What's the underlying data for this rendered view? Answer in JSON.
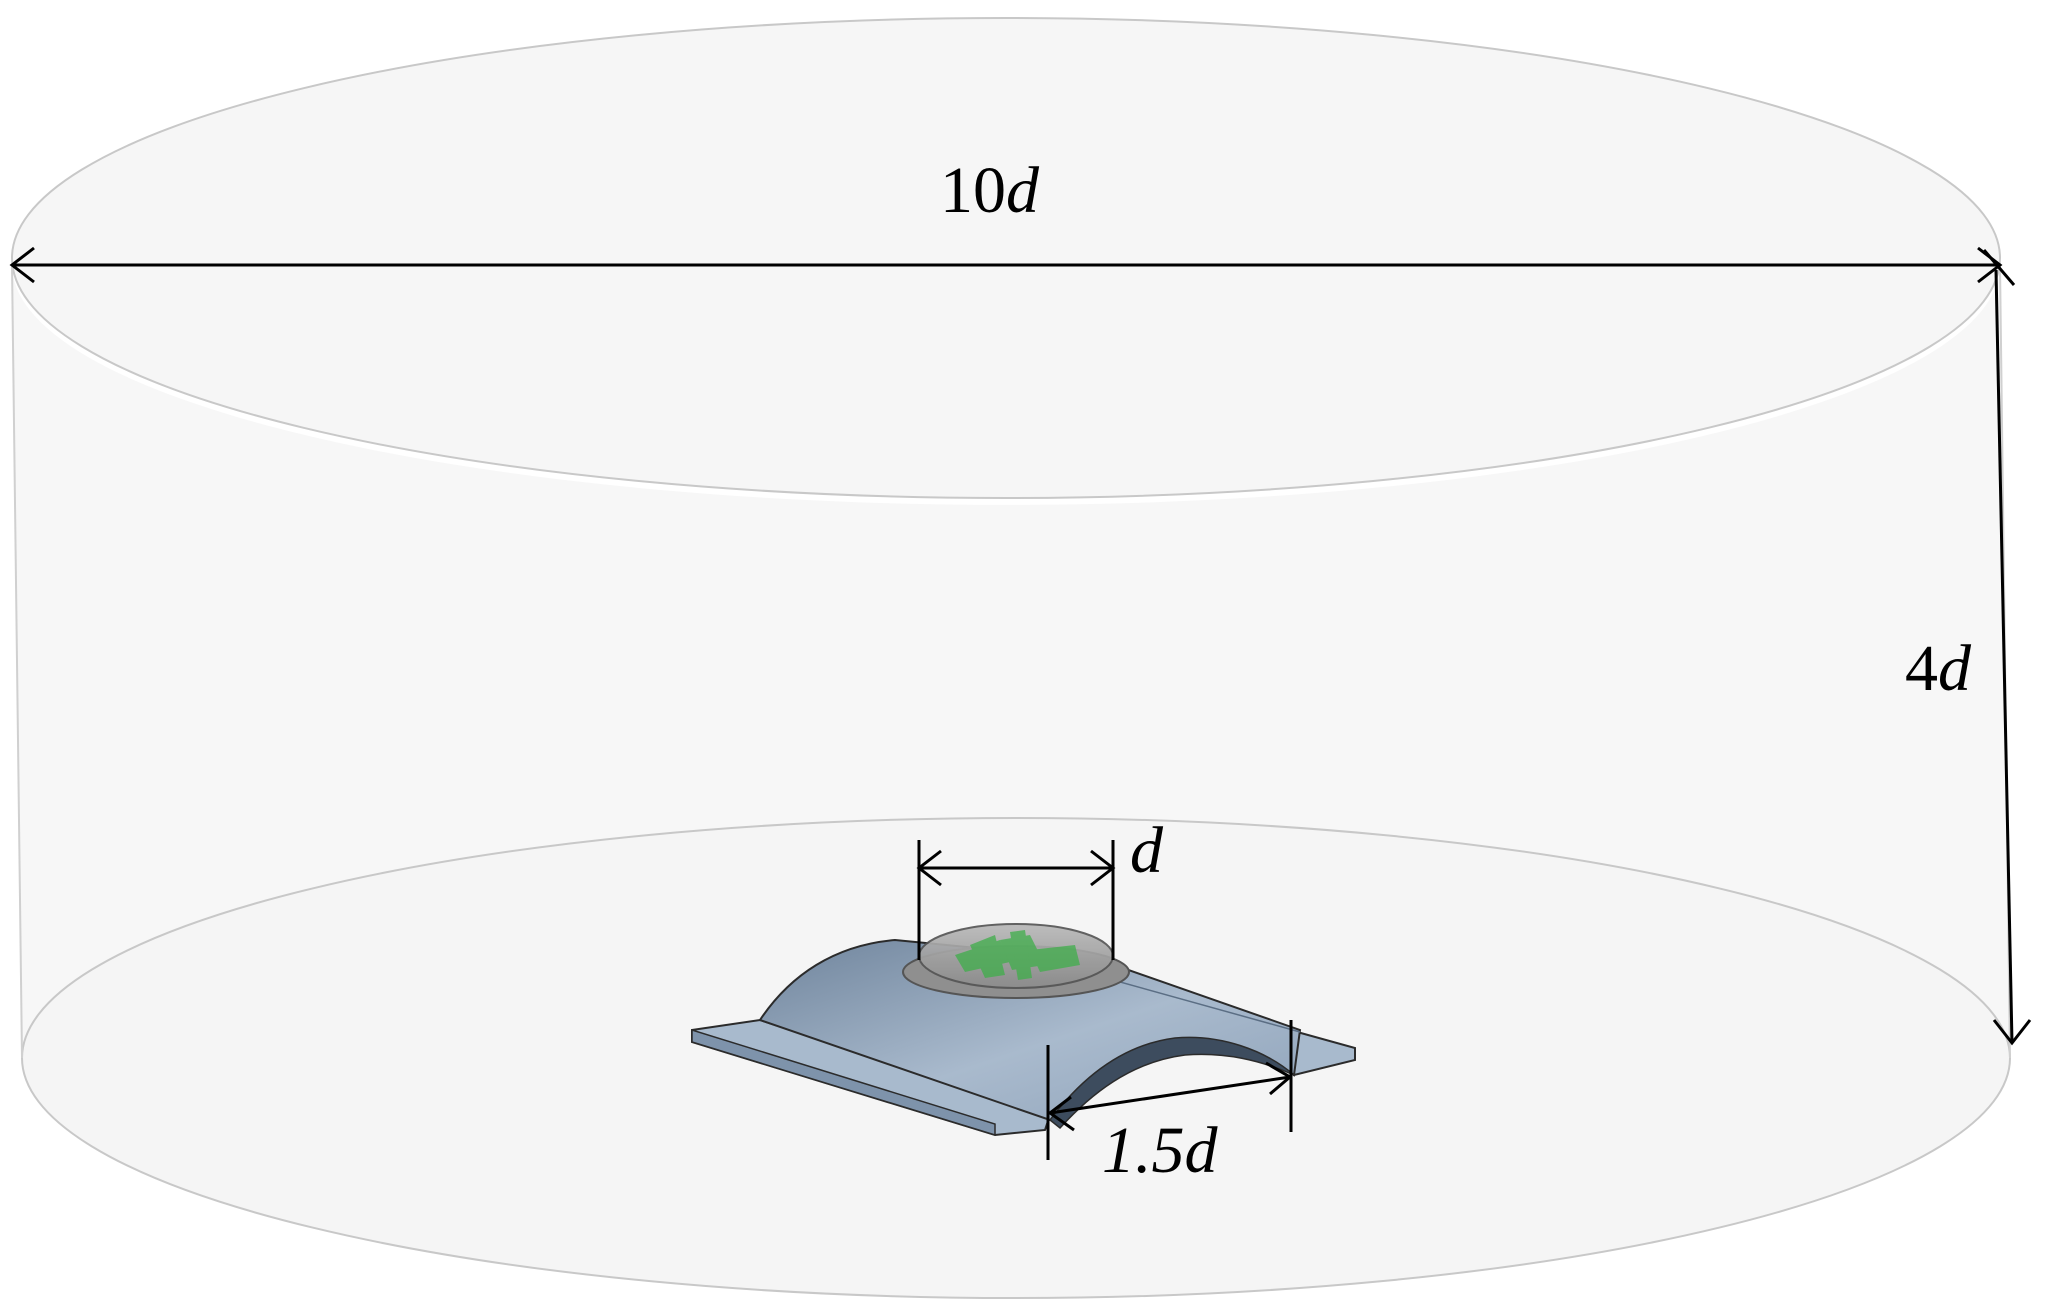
{
  "dimensions": {
    "domain_diameter": {
      "number": "10",
      "symbol": "d"
    },
    "domain_height": {
      "number": "4",
      "symbol": "d"
    },
    "rotor_diameter": {
      "number": "",
      "symbol": "d"
    },
    "base_width": {
      "number": "1.5",
      "symbol": "d"
    }
  },
  "colors": {
    "domain_fill": "#f7f7f7",
    "domain_edge": "#c8c8c8",
    "base_fill": "#9fb1c6",
    "base_edge": "#2b2b2b",
    "rotor_fill": "#9a9a9a",
    "blade_fill": "#4caf50",
    "dimension_line": "#000000"
  }
}
